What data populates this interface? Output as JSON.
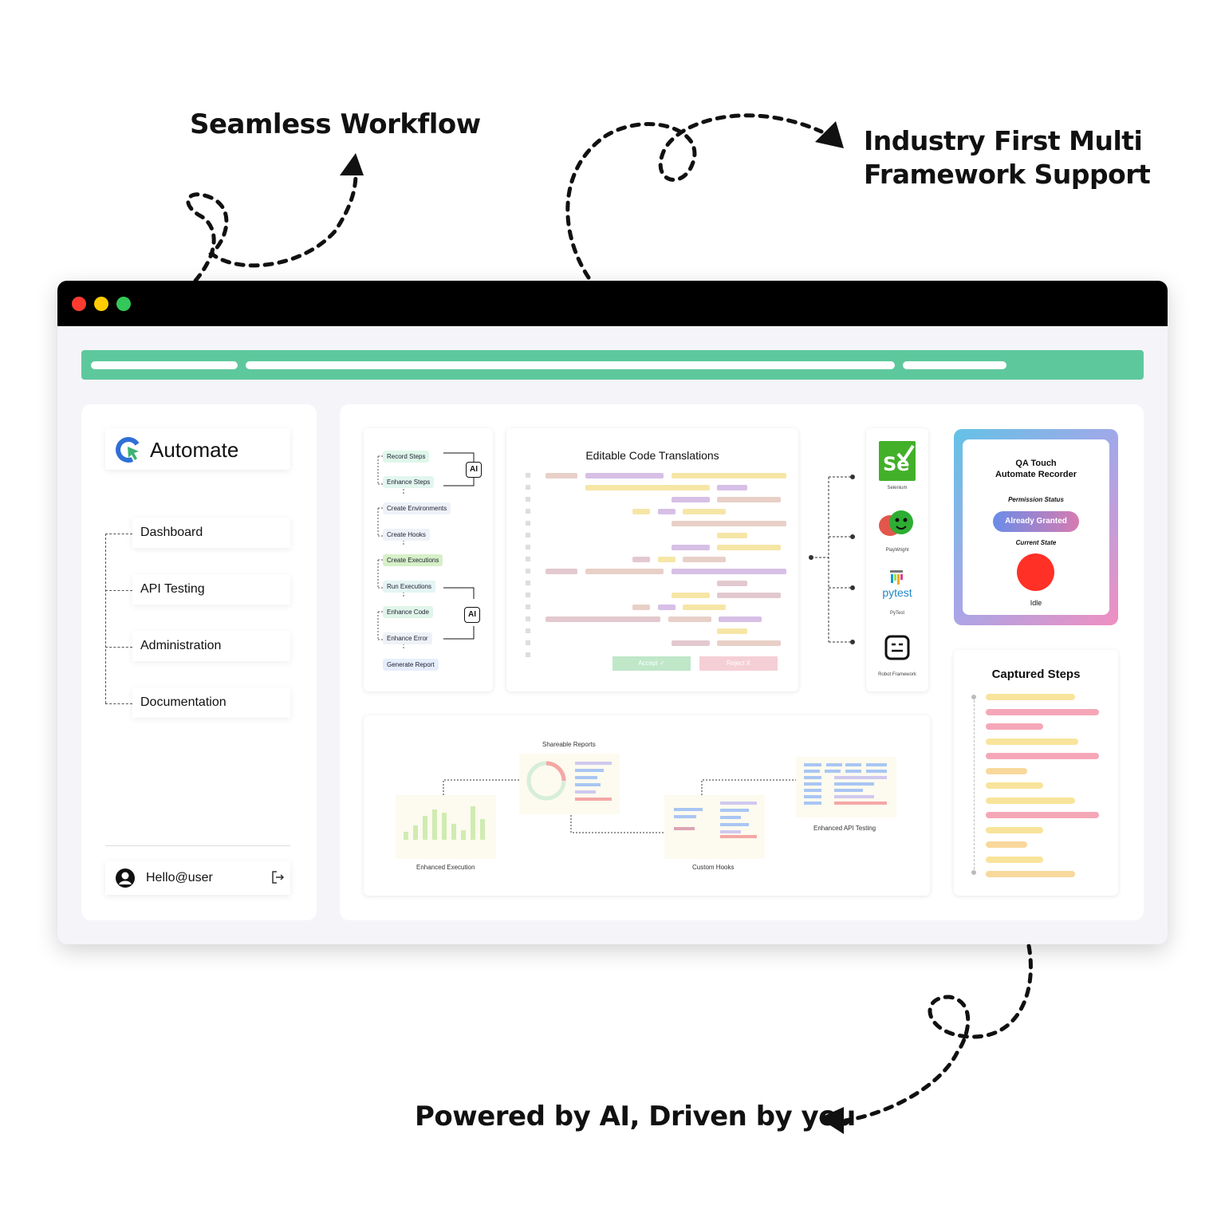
{
  "headlines": {
    "seamless": "Seamless Workflow",
    "industry_line1": "Industry First Multi",
    "industry_line2": "Framework Support",
    "powered": "Powered by AI, Driven by you"
  },
  "sidebar": {
    "brand": "Automate",
    "nav": [
      "Dashboard",
      "API Testing",
      "Administration",
      "Documentation"
    ],
    "user": "Hello@user"
  },
  "workflow": {
    "steps": [
      "Record Steps",
      "Enhance Steps",
      "Create Environments",
      "Create Hooks",
      "Create Executions",
      "Run Executions",
      "Enhance Code",
      "Enhance Error",
      "Generate Report"
    ],
    "ai_label": "AI"
  },
  "code": {
    "title": "Editable Code Translations",
    "accept": "Accept ✓",
    "reject": "Reject X"
  },
  "frameworks": {
    "items": [
      "Selenium",
      "PlayWright",
      "PyTest",
      "Robot Framework"
    ],
    "pytest_logo_text": "pytest",
    "selenium_logo_text": "Se"
  },
  "recorder": {
    "title_line1": "QA Touch",
    "title_line2": "Automate Recorder",
    "permission_label": "Permission Status",
    "permission_value": "Already Granted",
    "state_label": "Current State",
    "state_value": "Idle"
  },
  "reports": {
    "shareable": "Shareable Reports",
    "execution": "Enhanced Execution",
    "api": "Enhanced API Testing",
    "hooks": "Custom Hooks"
  },
  "captured": {
    "title": "Captured Steps"
  },
  "colors": {
    "accent_green": "#5ec89d",
    "record_red": "#ff3026"
  }
}
